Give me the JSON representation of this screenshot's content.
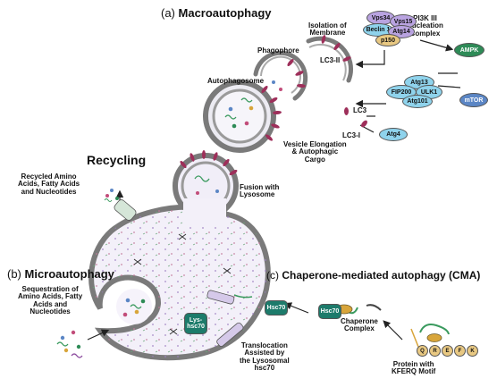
{
  "titles": {
    "macro_letter": "(a)",
    "macro": "Macroautophagy",
    "recycling": "Recycling",
    "micro_letter": "(b)",
    "micro": "Microautophagy",
    "cma_letter": "(c)",
    "cma": "Chaperone-mediated autophagy (CMA)"
  },
  "labels": {
    "isolation": [
      "Isolation of",
      "Membrane"
    ],
    "pi3k": [
      "PI3K III",
      "Nucleation",
      "Complex"
    ],
    "phagophore": "Phagophore",
    "lc3_ii": "LC3-II",
    "autophagosome": "Autophagosome",
    "lc3": "LC3",
    "lc3_i": "LC3-I",
    "vesicle": [
      "Vesicle Elongation",
      "& Autophagic",
      "Cargo"
    ],
    "fusion": [
      "Fusion with",
      "Lysosome"
    ],
    "recycled": [
      "Recycled Amino",
      "Acids, Fatty Acids",
      "and Nucleotides"
    ],
    "sequestration": [
      "Sequestration of",
      "Amino Acids, Fatty",
      "Acids and",
      "Nucleotides"
    ],
    "chaperone_complex": [
      "Chaperone",
      "Complex"
    ],
    "translocation": [
      "Translocation",
      "Assisted by",
      "the Lysosomal",
      "hsc70"
    ],
    "protein": [
      "Protein with",
      "KFERQ Motif"
    ]
  },
  "molecules": {
    "vps34": "Vps34",
    "vps15": "Vps15",
    "beclin1": "Beclin 1",
    "atg14": "Atg14",
    "p150": "p150",
    "ampk": "AMPK",
    "atg13": "Atg13",
    "fip200": "FIP200",
    "ulk1": "ULK1",
    "atg101": "Atg101",
    "mtor": "mTOR",
    "atg4": "Atg4",
    "hsc70_a": "Hsc70",
    "hsc70_b": "Hsc70",
    "lys_hsc70": [
      "Lys-",
      "hsc70"
    ],
    "kferq": [
      "Q",
      "R",
      "E",
      "F",
      "K"
    ]
  },
  "colors": {
    "membrane": "#7a7a7a",
    "lysosome": "#f2eef8",
    "lc3_marker": "#9e2f5a",
    "ampk": "#2e8b57",
    "mtor": "#5b86c5",
    "hsc70": "#1d7b6b",
    "pi3k_complex": "#b9a3e0",
    "ulk_complex": "#8fd3ec"
  }
}
